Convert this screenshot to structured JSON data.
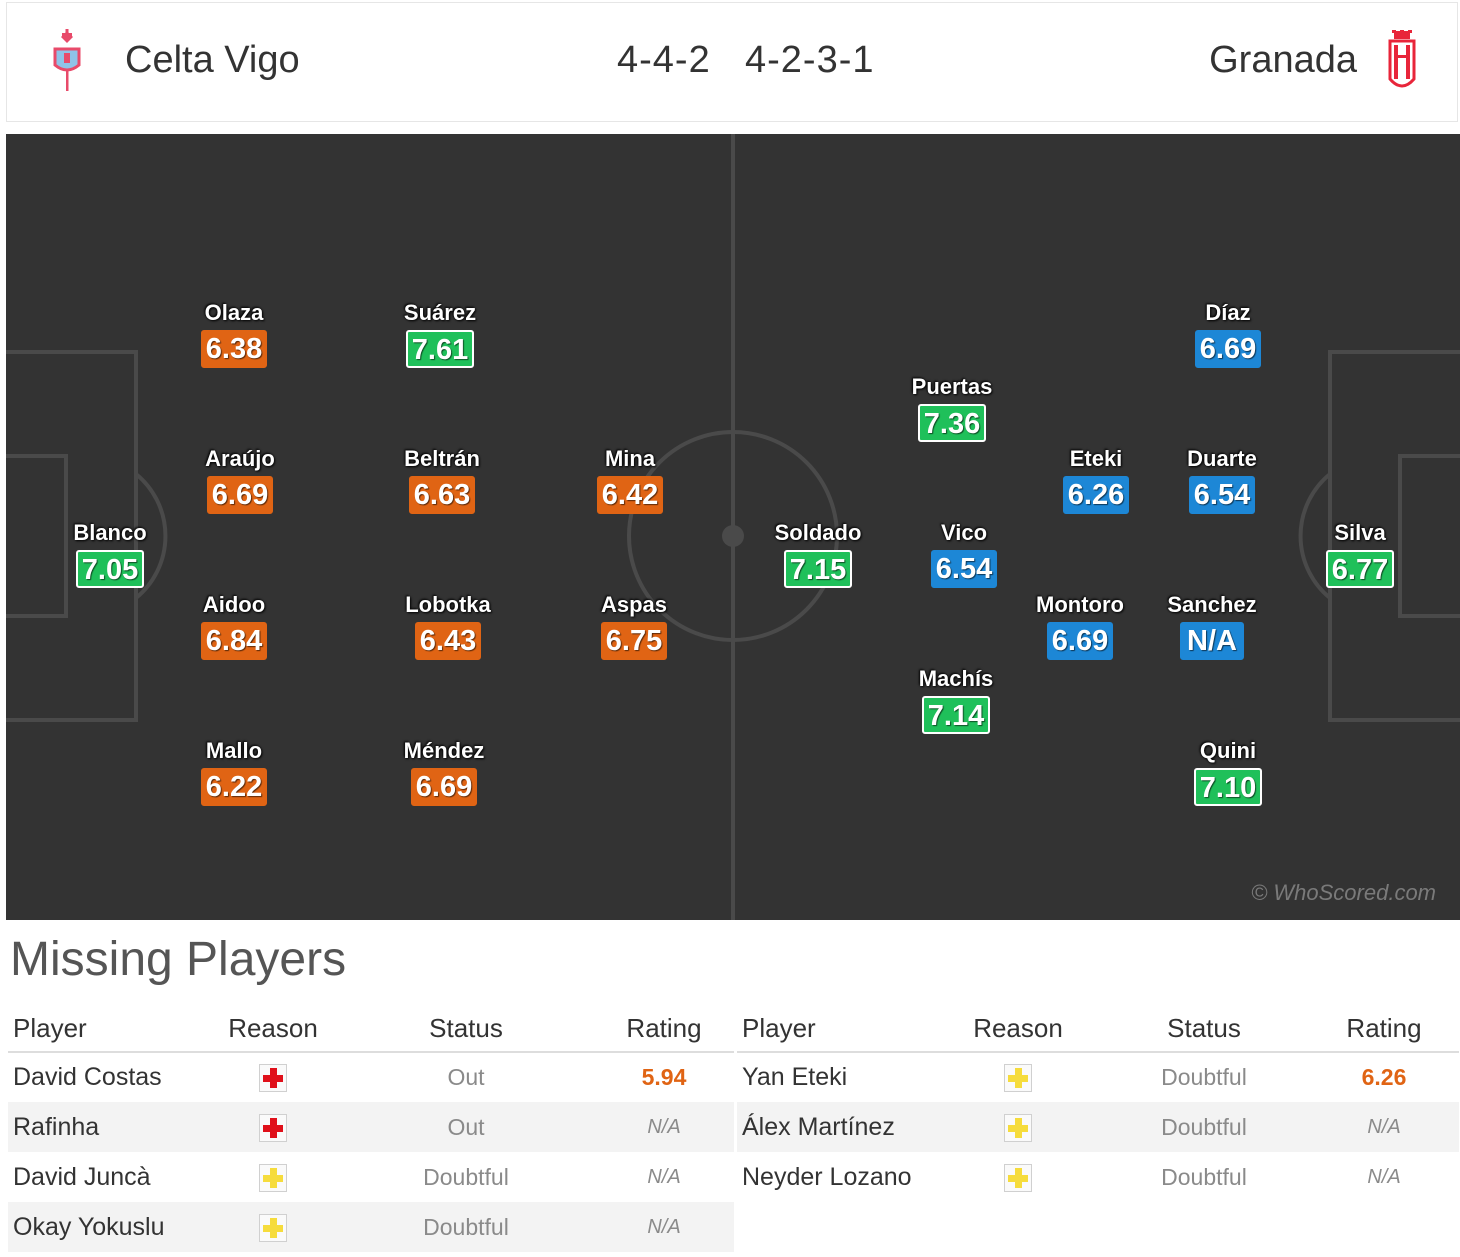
{
  "header": {
    "home_team": "Celta Vigo",
    "away_team": "Granada",
    "home_formation": "4-4-2",
    "away_formation": "4-2-3-1",
    "home_logo_icon": "celta-crest-icon",
    "away_logo_icon": "granada-crest-icon"
  },
  "pitch": {
    "watermark": "© WhoScored.com",
    "colors": {
      "pitch": "#333333",
      "orange": "#e06414",
      "green": "#1fc05a",
      "blue": "#1d87d6"
    },
    "home_players": [
      {
        "name": "Blanco",
        "rating": "7.05",
        "color": "green"
      },
      {
        "name": "Olaza",
        "rating": "6.38",
        "color": "orange"
      },
      {
        "name": "Araújo",
        "rating": "6.69",
        "color": "orange"
      },
      {
        "name": "Aidoo",
        "rating": "6.84",
        "color": "orange"
      },
      {
        "name": "Mallo",
        "rating": "6.22",
        "color": "orange"
      },
      {
        "name": "Suárez",
        "rating": "7.61",
        "color": "green"
      },
      {
        "name": "Beltrán",
        "rating": "6.63",
        "color": "orange"
      },
      {
        "name": "Lobotka",
        "rating": "6.43",
        "color": "orange"
      },
      {
        "name": "Méndez",
        "rating": "6.69",
        "color": "orange"
      },
      {
        "name": "Mina",
        "rating": "6.42",
        "color": "orange"
      },
      {
        "name": "Aspas",
        "rating": "6.75",
        "color": "orange"
      }
    ],
    "away_players": [
      {
        "name": "Soldado",
        "rating": "7.15",
        "color": "green"
      },
      {
        "name": "Puertas",
        "rating": "7.36",
        "color": "green"
      },
      {
        "name": "Vico",
        "rating": "6.54",
        "color": "blue"
      },
      {
        "name": "Machís",
        "rating": "7.14",
        "color": "green"
      },
      {
        "name": "Eteki",
        "rating": "6.26",
        "color": "blue"
      },
      {
        "name": "Montoro",
        "rating": "6.69",
        "color": "blue"
      },
      {
        "name": "Díaz",
        "rating": "6.69",
        "color": "blue"
      },
      {
        "name": "Duarte",
        "rating": "6.54",
        "color": "blue"
      },
      {
        "name": "Sanchez",
        "rating": "N/A",
        "color": "blue"
      },
      {
        "name": "Quini",
        "rating": "7.10",
        "color": "green"
      },
      {
        "name": "Silva",
        "rating": "6.77",
        "color": "green"
      }
    ]
  },
  "missing": {
    "title": "Missing Players",
    "columns": {
      "player": "Player",
      "reason": "Reason",
      "status": "Status",
      "rating": "Rating"
    },
    "home": [
      {
        "player": "David Costas",
        "reason": "injury-icon",
        "status": "Out",
        "rating": "5.94"
      },
      {
        "player": "Rafinha",
        "reason": "injury-icon",
        "status": "Out",
        "rating": "N/A"
      },
      {
        "player": "David Juncà",
        "reason": "doubtful-icon",
        "status": "Doubtful",
        "rating": "N/A"
      },
      {
        "player": "Okay Yokuslu",
        "reason": "doubtful-icon",
        "status": "Doubtful",
        "rating": "N/A"
      }
    ],
    "away": [
      {
        "player": "Yan Eteki",
        "reason": "doubtful-icon",
        "status": "Doubtful",
        "rating": "6.26"
      },
      {
        "player": "Álex Martínez",
        "reason": "doubtful-icon",
        "status": "Doubtful",
        "rating": "N/A"
      },
      {
        "player": "Neyder Lozano",
        "reason": "doubtful-icon",
        "status": "Doubtful",
        "rating": "N/A"
      }
    ]
  }
}
